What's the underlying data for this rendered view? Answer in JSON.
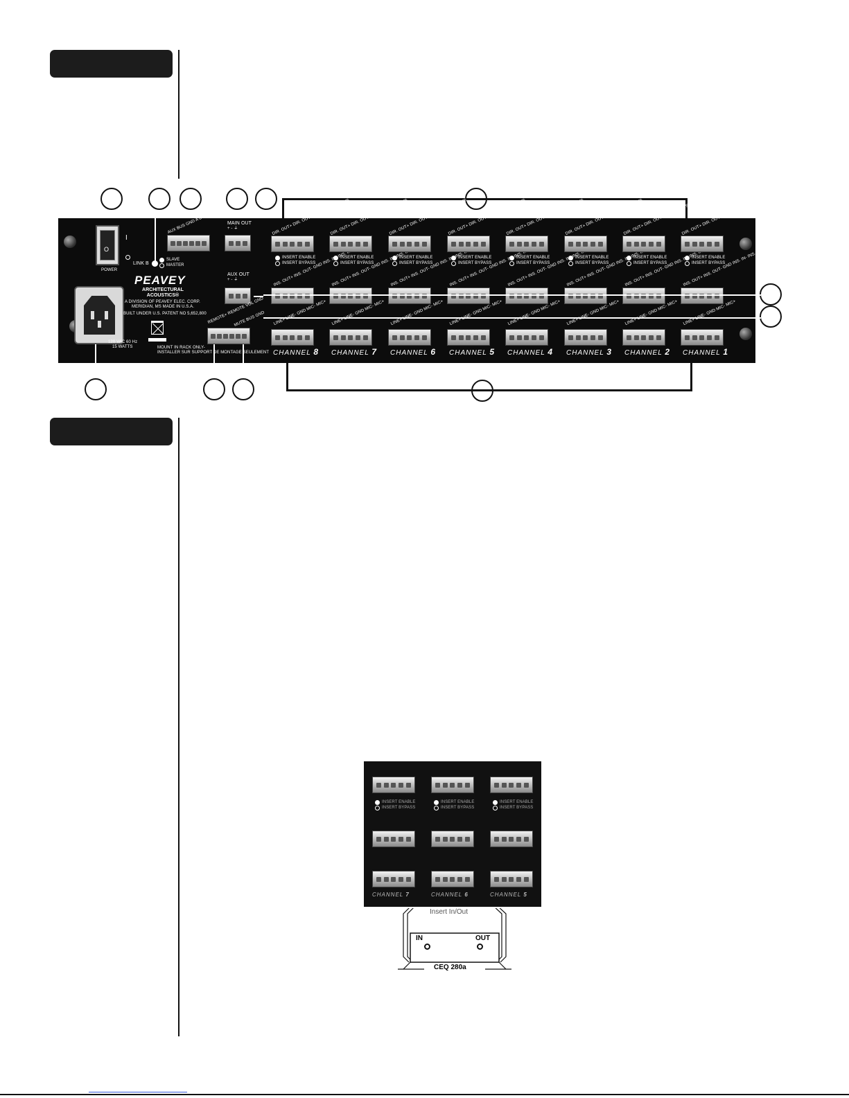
{
  "panel": {
    "power_label": "POWER",
    "power_switch_on": "I",
    "power_switch_off": "O",
    "logo": "PEAVEY",
    "brand": "ARCHITECTURAL ACOUSTICS®",
    "division": "A DIVISION OF PEAVEY ELEC. CORP.",
    "address": "MERIDIAN, MS MADE IN U.S.A.",
    "patent": "BUILT UNDER U.S. PATENT NO 5,652,800",
    "power_rating_1": "120 VAC 60 Hz",
    "power_rating_2": "15 WATTS",
    "link_label": "LINK B",
    "slave": "SLAVE",
    "master": "MASTER",
    "aux_bus_labels": "AUX BUS   GND   A BUS",
    "main_out": "MAIN OUT",
    "main_out_signs": "+   -   ⏚",
    "aux_out": "AUX OUT",
    "aux_out_signs": "+   -   ⏚",
    "remote_labels": "REMOTE+  REMOTE VOL  GND",
    "mute_labels": "MUTE BUS  GND",
    "mount_line_1": "MOUNT IN RACK ONLY-",
    "mount_line_2": "INSTALLER SUR SUPPORT DE MONTAGE SEULEMENT",
    "dir_out_labels": "DIR. OUT+  DIR. OUT-  GND  MUTE  STATUS",
    "insert_enable": "INSERT ENABLE",
    "insert_bypass": "INSERT BYPASS",
    "ins_labels": "INS. OUT+  INS. OUT-  GND  INS. IN-  INS. IN+",
    "line_labels": "LINE+  LINE-  GND  MIC-  MIC+",
    "channels": [
      {
        "label": "CHANNEL",
        "num": "8"
      },
      {
        "label": "CHANNEL",
        "num": "7"
      },
      {
        "label": "CHANNEL",
        "num": "6"
      },
      {
        "label": "CHANNEL",
        "num": "5"
      },
      {
        "label": "CHANNEL",
        "num": "4"
      },
      {
        "label": "CHANNEL",
        "num": "3"
      },
      {
        "label": "CHANNEL",
        "num": "2"
      },
      {
        "label": "CHANNEL",
        "num": "1"
      }
    ]
  },
  "photo": {
    "insert_enable": "INSERT ENABLE",
    "insert_bypass": "INSERT BYPASS",
    "channels": [
      {
        "label": "CHANNEL",
        "num": "7"
      },
      {
        "label": "CHANNEL",
        "num": "6"
      },
      {
        "label": "CHANNEL",
        "num": "5"
      }
    ]
  },
  "diagram": {
    "caption": "Insert In/Out",
    "in": "IN",
    "out": "OUT",
    "device": "CEQ 280a"
  }
}
